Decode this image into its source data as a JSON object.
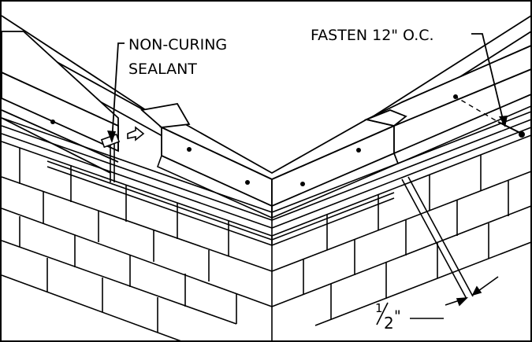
{
  "callouts": {
    "sealant_line1": "NON-CURING",
    "sealant_line2": "SEALANT",
    "fasten": "FASTEN 12\" O.C.",
    "gap_num": "1",
    "gap_den": "2",
    "gap_unit": "\""
  },
  "colors": {
    "line": "#000000",
    "background": "#ffffff"
  }
}
